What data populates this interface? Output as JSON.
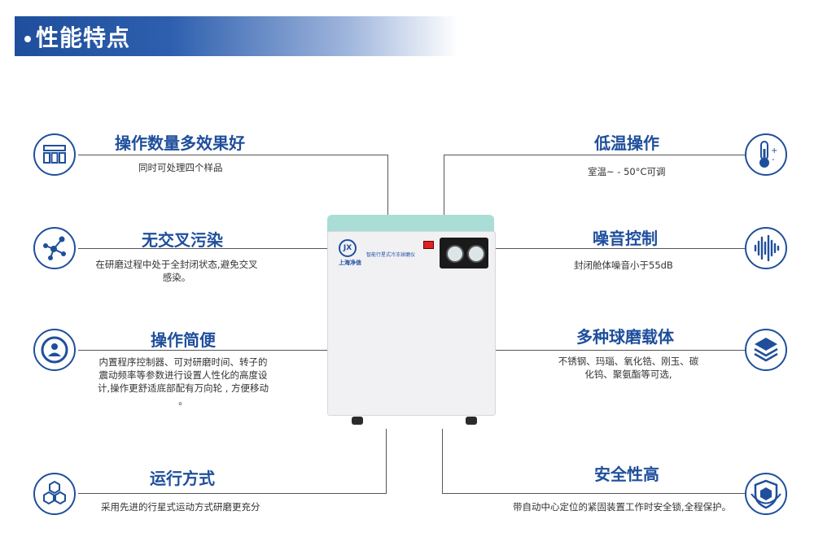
{
  "header": {
    "title": "性能特点"
  },
  "machine": {
    "brand": "上海净信",
    "logo_mark": "JX",
    "name": "智能行星式冷冻球磨仪"
  },
  "features_left": [
    {
      "icon": "layout-grid-icon",
      "title": "操作数量多效果好",
      "desc": "同时可处理四个样品"
    },
    {
      "icon": "molecule-icon",
      "title": "无交叉污染",
      "desc": "在研磨过程中处于全封闭状态,避免交叉感染。"
    },
    {
      "icon": "user-circle-icon",
      "title": "操作简便",
      "desc": "内置程序控制器、可对研磨时间、转子的震动频率等参数进行设置人性化的高度设计,操作更舒适底部配有万向轮 , 方便移动 。"
    },
    {
      "icon": "hexagons-icon",
      "title": "运行方式",
      "desc": "采用先进的行星式运动方式研磨更充分"
    }
  ],
  "features_right": [
    {
      "icon": "thermometer-icon",
      "title": "低温操作",
      "desc": "室温~ - 50°C可调"
    },
    {
      "icon": "sound-wave-icon",
      "title": "噪音控制",
      "desc": "封闭舱体噪音小于55dB"
    },
    {
      "icon": "layers-icon",
      "title": "多种球磨载体",
      "desc": "不锈钢、玛瑙、氧化锆、刚玉、碳化钨、聚氨酯等可选,"
    },
    {
      "icon": "shield-icon",
      "title": "安全性高",
      "desc": "带自动中心定位的紧固装置工作时安全锁,全程保护。"
    }
  ],
  "colors": {
    "brand_blue": "#1f4f9c",
    "lid_teal": "#a9ddd6"
  }
}
